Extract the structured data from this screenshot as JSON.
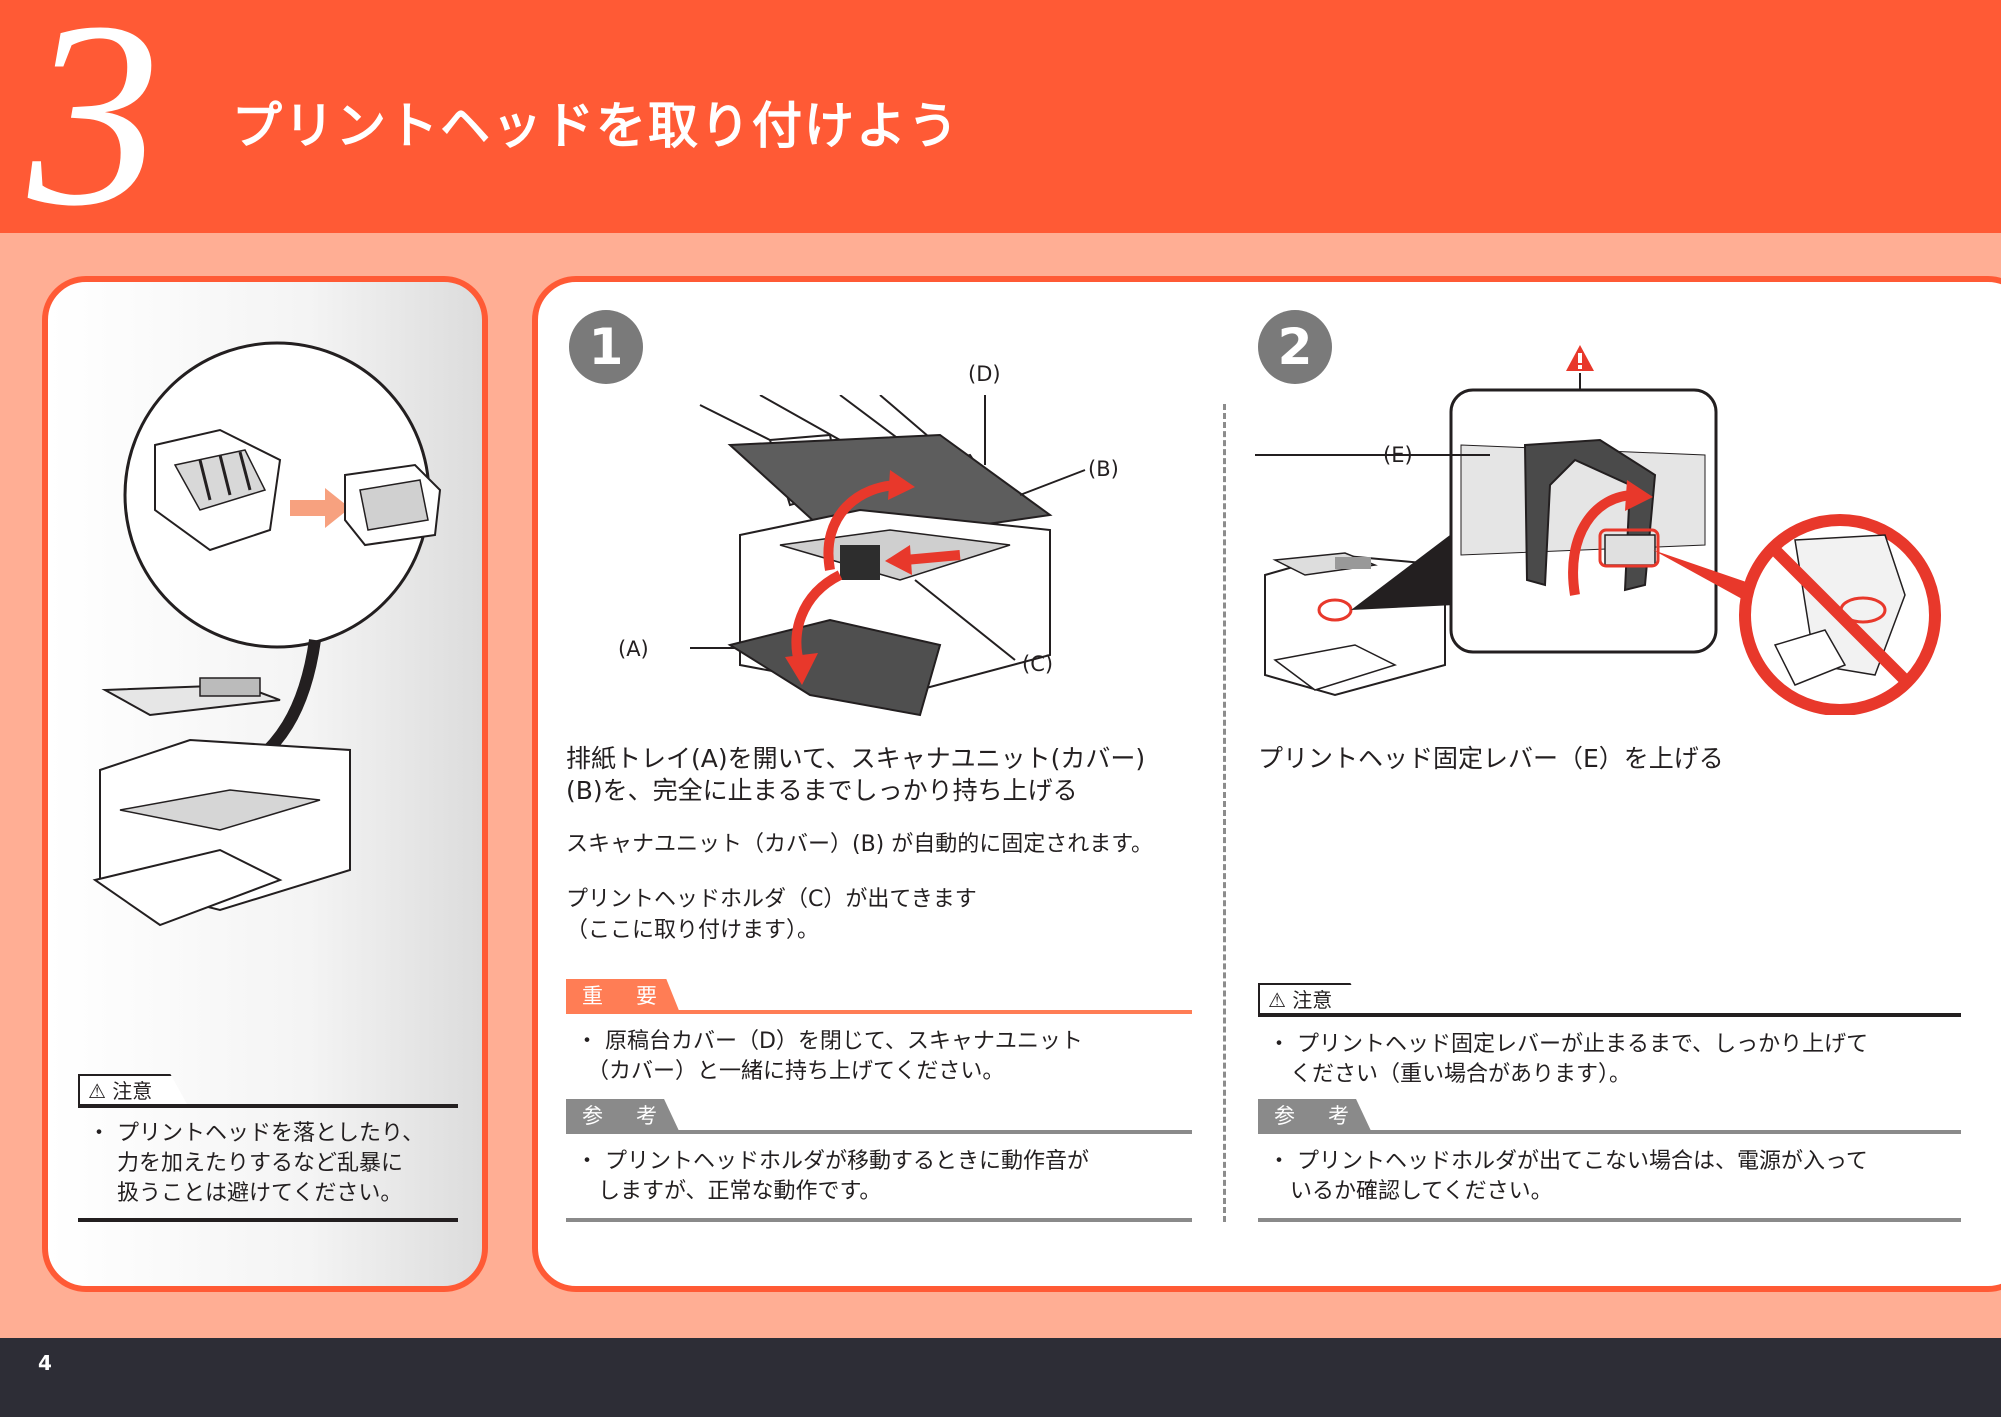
{
  "header": {
    "step_number": "3",
    "title": "プリントヘッドを取り付けよう"
  },
  "left": {
    "caution_label": "注意",
    "caution_lines": [
      "・ プリントヘッドを落としたり、",
      "　 力を加えたりするなど乱暴に",
      "　 扱うことは避けてください。"
    ]
  },
  "step1": {
    "number": "1",
    "labels": {
      "a": "(A)",
      "b": "(B)",
      "c": "(C)",
      "d": "(D)"
    },
    "heading_lines": [
      "排紙トレイ(A)を開いて、スキャナユニット(カバー)",
      "(B)を、完全に止まるまでしっかり持ち上げる"
    ],
    "note1": "スキャナユニット（カバー）(B) が自動的に固定されます。",
    "note2_lines": [
      "プリントヘッドホルダ（C）が出てきます",
      "（ここに取り付けます）。"
    ],
    "important_label": "重　要",
    "important_lines": [
      "・ 原稿台カバー（D）を閉じて、スキャナユニット",
      "　（カバー）と一緒に持ち上げてください。"
    ],
    "reference_label": "参　考",
    "reference_lines": [
      "・ プリントヘッドホルダが移動するときに動作音が",
      "　しますが、正常な動作です。"
    ]
  },
  "step2": {
    "number": "2",
    "labels": {
      "e": "(E)"
    },
    "heading": "プリントヘッド固定レバー（E）を上げる",
    "caution_label": "注意",
    "caution_lines": [
      "・ プリントヘッド固定レバーが止まるまで、しっかり上げて",
      "　ください（重い場合があります）。"
    ],
    "reference_label": "参　考",
    "reference_lines": [
      "・ プリントヘッドホルダが出てこない場合は、電源が入って",
      "　いるか確認してください。"
    ]
  },
  "footer": {
    "page_number": "4"
  }
}
